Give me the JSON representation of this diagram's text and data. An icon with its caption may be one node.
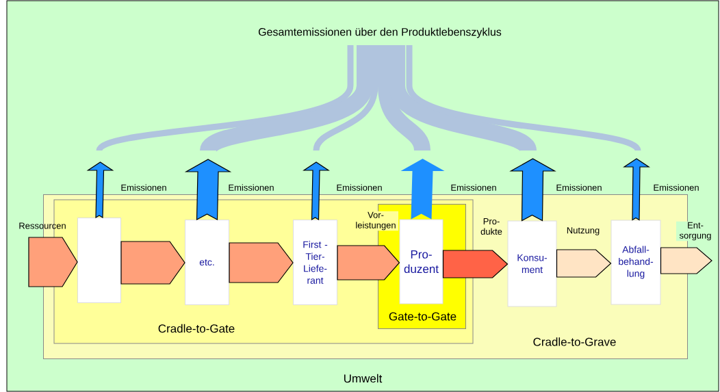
{
  "diagram": {
    "title": "Gesamtemissionen über den Produktlebenszyklus",
    "nodes": [
      {
        "text": [
          "Umwelt"
        ]
      },
      {
        "text": [
          "Cradle-to-Grave"
        ],
        "in": 0
      },
      {
        "text": [
          "Cradle-to-Gate"
        ],
        "in": 1
      },
      {
        "text": [
          "Gate-to-Gate"
        ],
        "in": 2
      },
      {
        "text": [],
        "shape": "box",
        "in": 2
      },
      {
        "text": [
          "etc."
        ],
        "in": 2
      },
      {
        "text": [
          "First - Tier- Liefe- rant"
        ],
        "in": 2
      },
      {
        "text": [
          "Pro- duzent"
        ],
        "in": 3
      },
      {
        "text": [
          "Konsu- ment"
        ],
        "in": 1
      },
      {
        "text": [
          "Abfall- behand- lung"
        ],
        "in": 1
      }
    ],
    "edges": [
      {
        "from": null,
        "to": 4,
        "arrow": "to",
        "label": "Ressourcen"
      },
      {
        "from": 4,
        "to": 5,
        "arrow": "to"
      },
      {
        "from": 5,
        "to": 6,
        "arrow": "to"
      },
      {
        "from": 6,
        "to": 7,
        "arrow": "to",
        "label": "Vor- leistungen"
      },
      {
        "from": 7,
        "to": 8,
        "arrow": "to",
        "label": "Pro- dukte",
        "color": "#ff6347"
      },
      {
        "from": 8,
        "to": 9,
        "arrow": "to",
        "label": "Nutzung",
        "color": "#ffe4c4"
      },
      {
        "from": 9,
        "to": null,
        "arrow": "to",
        "label": "Ent- sorgung",
        "color": "#ffe4c4"
      },
      {
        "from": 4,
        "to": null,
        "arrow": "to",
        "label": "Emissionen",
        "color": "#1e90ff"
      },
      {
        "from": 5,
        "to": null,
        "arrow": "to",
        "label": "Emissionen",
        "color": "#1e90ff",
        "style": "thick"
      },
      {
        "from": 6,
        "to": null,
        "arrow": "to",
        "label": "Emissionen",
        "color": "#1e90ff"
      },
      {
        "from": 7,
        "to": null,
        "arrow": "to",
        "label": "Emissionen",
        "color": "#1e90ff",
        "style": "thick"
      },
      {
        "from": 8,
        "to": null,
        "arrow": "to",
        "label": "Emissionen",
        "color": "#1e90ff",
        "style": "thick"
      },
      {
        "from": 9,
        "to": null,
        "arrow": "to",
        "label": "Emissionen",
        "color": "#1e90ff"
      }
    ]
  }
}
